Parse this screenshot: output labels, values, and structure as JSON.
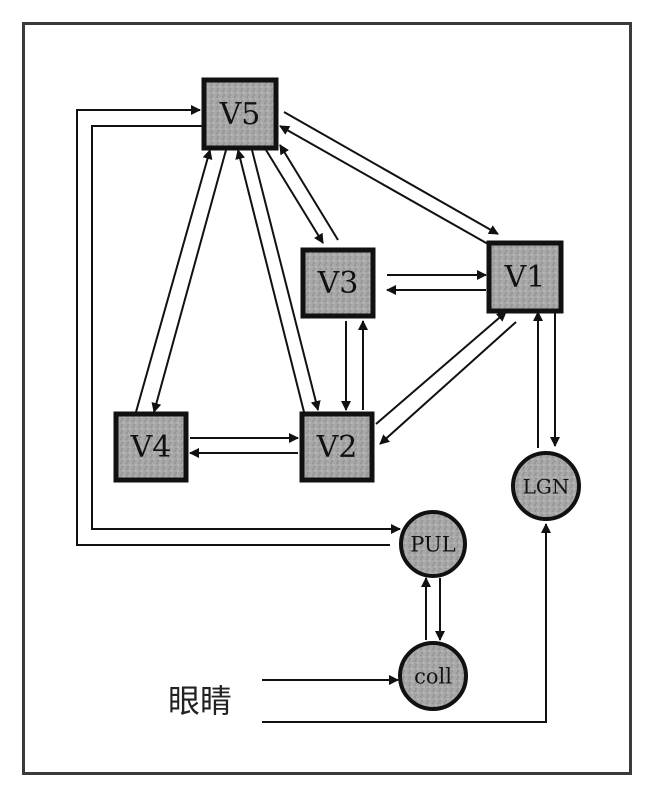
{
  "diagram": {
    "nodes": {
      "v5": "V5",
      "v3": "V3",
      "v1": "V1",
      "v4": "V4",
      "v2": "V2",
      "lgn": "LGN",
      "pul": "PUL",
      "coll": "coll"
    },
    "eye_label": "眼睛",
    "colors": {
      "node_fill": "#a9a9a9",
      "node_border": "#111111",
      "line": "#111111",
      "frame": "#3a3a3a"
    }
  }
}
